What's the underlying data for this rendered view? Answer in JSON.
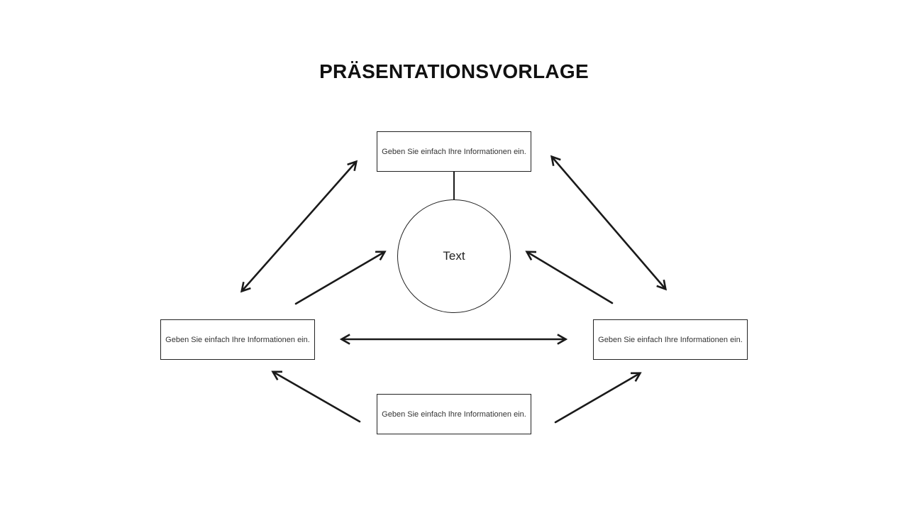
{
  "title": "PRÄSENTATIONSVORLAGE",
  "center_circle": {
    "label": "Text"
  },
  "boxes": {
    "top": {
      "label": "Geben Sie einfach Ihre Informationen ein."
    },
    "left": {
      "label": "Geben Sie einfach Ihre Informationen ein."
    },
    "right": {
      "label": "Geben Sie einfach Ihre Informationen ein."
    },
    "bottom": {
      "label": "Geben Sie einfach Ihre Informationen ein."
    }
  },
  "colors": {
    "ink": "#1a1a1a",
    "background": "#ffffff"
  }
}
